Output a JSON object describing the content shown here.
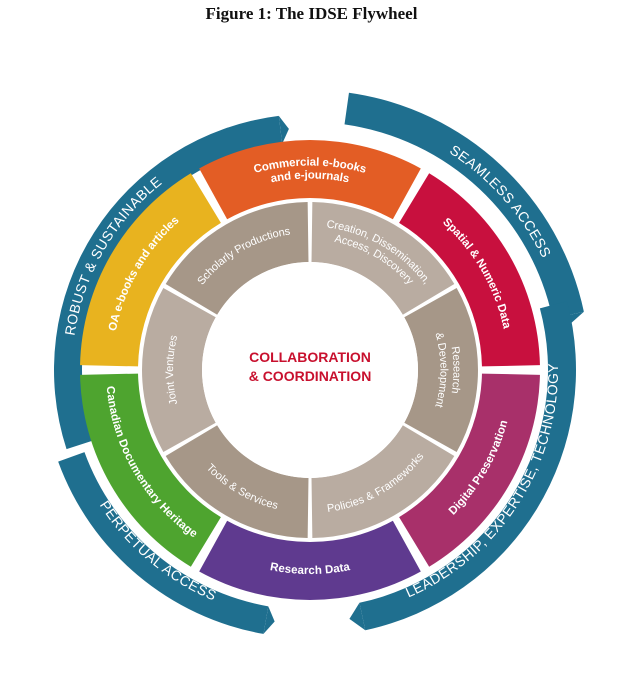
{
  "figure": {
    "title": "Figure 1: The IDSE Flywheel"
  },
  "colors": {
    "band": "#1f6f8f",
    "center_text": "#c8102e",
    "inner_a": "#b9aca1",
    "inner_b": "#a69788"
  },
  "center": {
    "line1": "COLLABORATION",
    "line2": "& COORDINATION"
  },
  "outer_bands": [
    {
      "label": "SEAMLESS ACCESS"
    },
    {
      "label": "ROBUST & SUSTAINABLE"
    },
    {
      "label": "PERPETUAL ACCESS"
    },
    {
      "label": "LEADERSHIP, EXPERTISE, TECHNOLOGY"
    }
  ],
  "color_ring": [
    {
      "lines": [
        "Commercial e-books",
        "and e-journals"
      ],
      "color": "#e35d25"
    },
    {
      "lines": [
        "Spatial & Numeric Data"
      ],
      "color": "#c8103e"
    },
    {
      "lines": [
        "Digital Preservation"
      ],
      "color": "#a8306a"
    },
    {
      "lines": [
        "Research Data"
      ],
      "color": "#5f3a8f"
    },
    {
      "lines": [
        "Canadian Documentary Heritage"
      ],
      "color": "#4ea42f"
    },
    {
      "lines": [
        "OA e-books and articles"
      ],
      "color": "#e8b31f"
    }
  ],
  "inner_ring": [
    {
      "lines": [
        "Creation, Dissemination,",
        "Access, Discovery"
      ]
    },
    {
      "lines": [
        "Research",
        "& Development"
      ]
    },
    {
      "lines": [
        "Policies & Frameworks"
      ]
    },
    {
      "lines": [
        "Tools & Services"
      ]
    },
    {
      "lines": [
        "Joint Ventures"
      ]
    },
    {
      "lines": [
        "Scholarly Productions"
      ]
    }
  ]
}
